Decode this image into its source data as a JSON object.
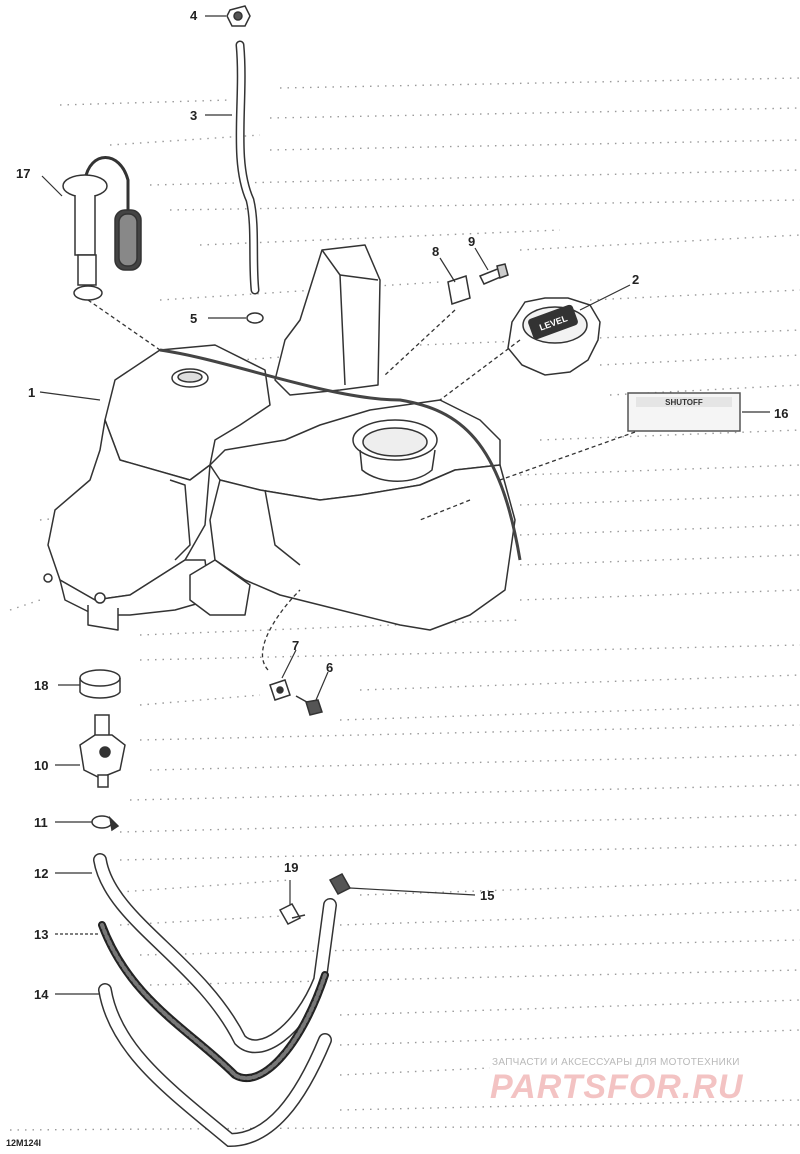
{
  "callouts": [
    "1",
    "2",
    "3",
    "4",
    "5",
    "6",
    "7",
    "8",
    "9",
    "10",
    "11",
    "12",
    "13",
    "14",
    "15",
    "16",
    "17",
    "18",
    "19"
  ],
  "label_16_text": "SHUTOFF",
  "cap_text": "LEVEL",
  "reference_code": "12M124I",
  "watermark": {
    "line1": "ЗАПЧАСТИ И АКСЕССУАРЫ ДЛЯ МОТОТЕХНИКИ",
    "logo": "PARTSFOR.RU"
  }
}
